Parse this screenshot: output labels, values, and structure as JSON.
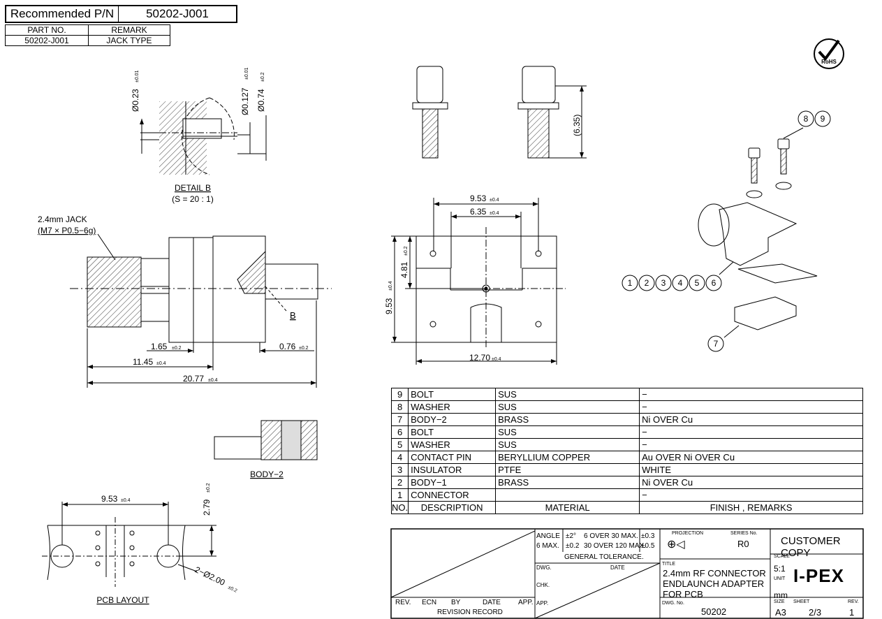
{
  "recommended": {
    "label": "Recommended P/N",
    "value": "50202-J001"
  },
  "part_table": {
    "headers": [
      "PART NO.",
      "REMARK"
    ],
    "row": [
      "50202-J001",
      "JACK TYPE"
    ]
  },
  "rohs_label": "RoHS",
  "detail_b": {
    "title": "DETAIL B",
    "scale": "(S = 20 : 1)",
    "dims": [
      "Ø0.23",
      "±0.01",
      "Ø0.127",
      "±0.01",
      "Ø0.74",
      "±0.2"
    ]
  },
  "side_view": {
    "jack_label_1": "2.4mm JACK",
    "jack_label_2": "(M7 × P0.5−6g)",
    "callout_b": "B",
    "dim_165": "1.65",
    "tol_165": "±0.2",
    "dim_076": "0.76",
    "tol_076": "±0.2",
    "dim_1145": "11.45",
    "tol_1145": "±0.4",
    "dim_2077": "20.77",
    "tol_2077": "±0.4"
  },
  "body2_label": "BODY−2",
  "pcb": {
    "title": "PCB LAYOUT",
    "dim_953": "9.53",
    "tol_953": "±0.4",
    "dim_279": "2.79",
    "tol_279": "±0.2",
    "dim_hole": "2−Ø2.00",
    "tol_hole": "±0.2"
  },
  "bolt_dim": "(6.35)",
  "front_view": {
    "dim_953_top": "9.53",
    "tol_953_top": "±0.4",
    "dim_635": "6.35",
    "tol_635": "±0.4",
    "dim_481": "4.81",
    "tol_481": "±0.2",
    "dim_953_left": "9.53",
    "tol_953_left": "±0.4",
    "dim_1270": "12.70",
    "tol_1270": "±0.4"
  },
  "balloons": {
    "group_89": [
      "8",
      "9"
    ],
    "group_16": [
      "1",
      "2",
      "3",
      "4",
      "5",
      "6"
    ],
    "single_7": "7"
  },
  "parts_table": {
    "rows": [
      [
        "9",
        "BOLT",
        "SUS",
        "−"
      ],
      [
        "8",
        "WASHER",
        "SUS",
        "−"
      ],
      [
        "7",
        "BODY−2",
        "BRASS",
        "Ni OVER Cu"
      ],
      [
        "6",
        "BOLT",
        "SUS",
        "−"
      ],
      [
        "5",
        "WASHER",
        "SUS",
        "−"
      ],
      [
        "4",
        "CONTACT PIN",
        "BERYLLIUM COPPER",
        "Au OVER Ni OVER Cu"
      ],
      [
        "3",
        "INSULATOR",
        "PTFE",
        "WHITE"
      ],
      [
        "2",
        "BODY−1",
        "BRASS",
        "Ni OVER Cu"
      ],
      [
        "1",
        "CONNECTOR",
        "",
        "−"
      ]
    ],
    "header": [
      "NO.",
      "DESCRIPTION",
      "MATERIAL",
      "FINISH , REMARKS"
    ]
  },
  "title_block": {
    "rev": "REV.",
    "ecn": "ECN",
    "by": "BY",
    "date": "DATE",
    "app": "APP.",
    "revision_record": "REVISION RECORD",
    "angle": "ANGLE",
    "angle_tol": "±2°",
    "six_max": "6 MAX.",
    "six_max_tol": "±0.2",
    "over30": "6 OVER 30 MAX.",
    "over30_tol": "±0.3",
    "over120": "30 OVER 120 MAX.",
    "over120_tol": "±0.5",
    "general_tolerance": "GENERAL TOLERANCE.",
    "dwg": "DWG.",
    "chk": "CHK.",
    "app2": "APP.",
    "date2": "DATE",
    "projection": "PROJECTION",
    "series_no_label": "SERIES No.",
    "series_no": "R0",
    "customer_copy": "CUSTOMER COPY",
    "title_label": "TITLE",
    "title_1": "2.4mm RF CONNECTOR",
    "title_2": "ENDLAUNCH ADAPTER",
    "title_3": "FOR PCB",
    "scale_label": "SCALE",
    "scale": "5:1",
    "unit_label": "UNIT",
    "unit": "mm",
    "dwg_no_label": "DWG. No.",
    "dwg_no": "50202",
    "size_label": "SIZE",
    "size": "A3",
    "sheet_label": "SHEET",
    "sheet": "2/3",
    "rev_label": "REV.",
    "rev_val": "1",
    "logo": "I-PEX"
  }
}
